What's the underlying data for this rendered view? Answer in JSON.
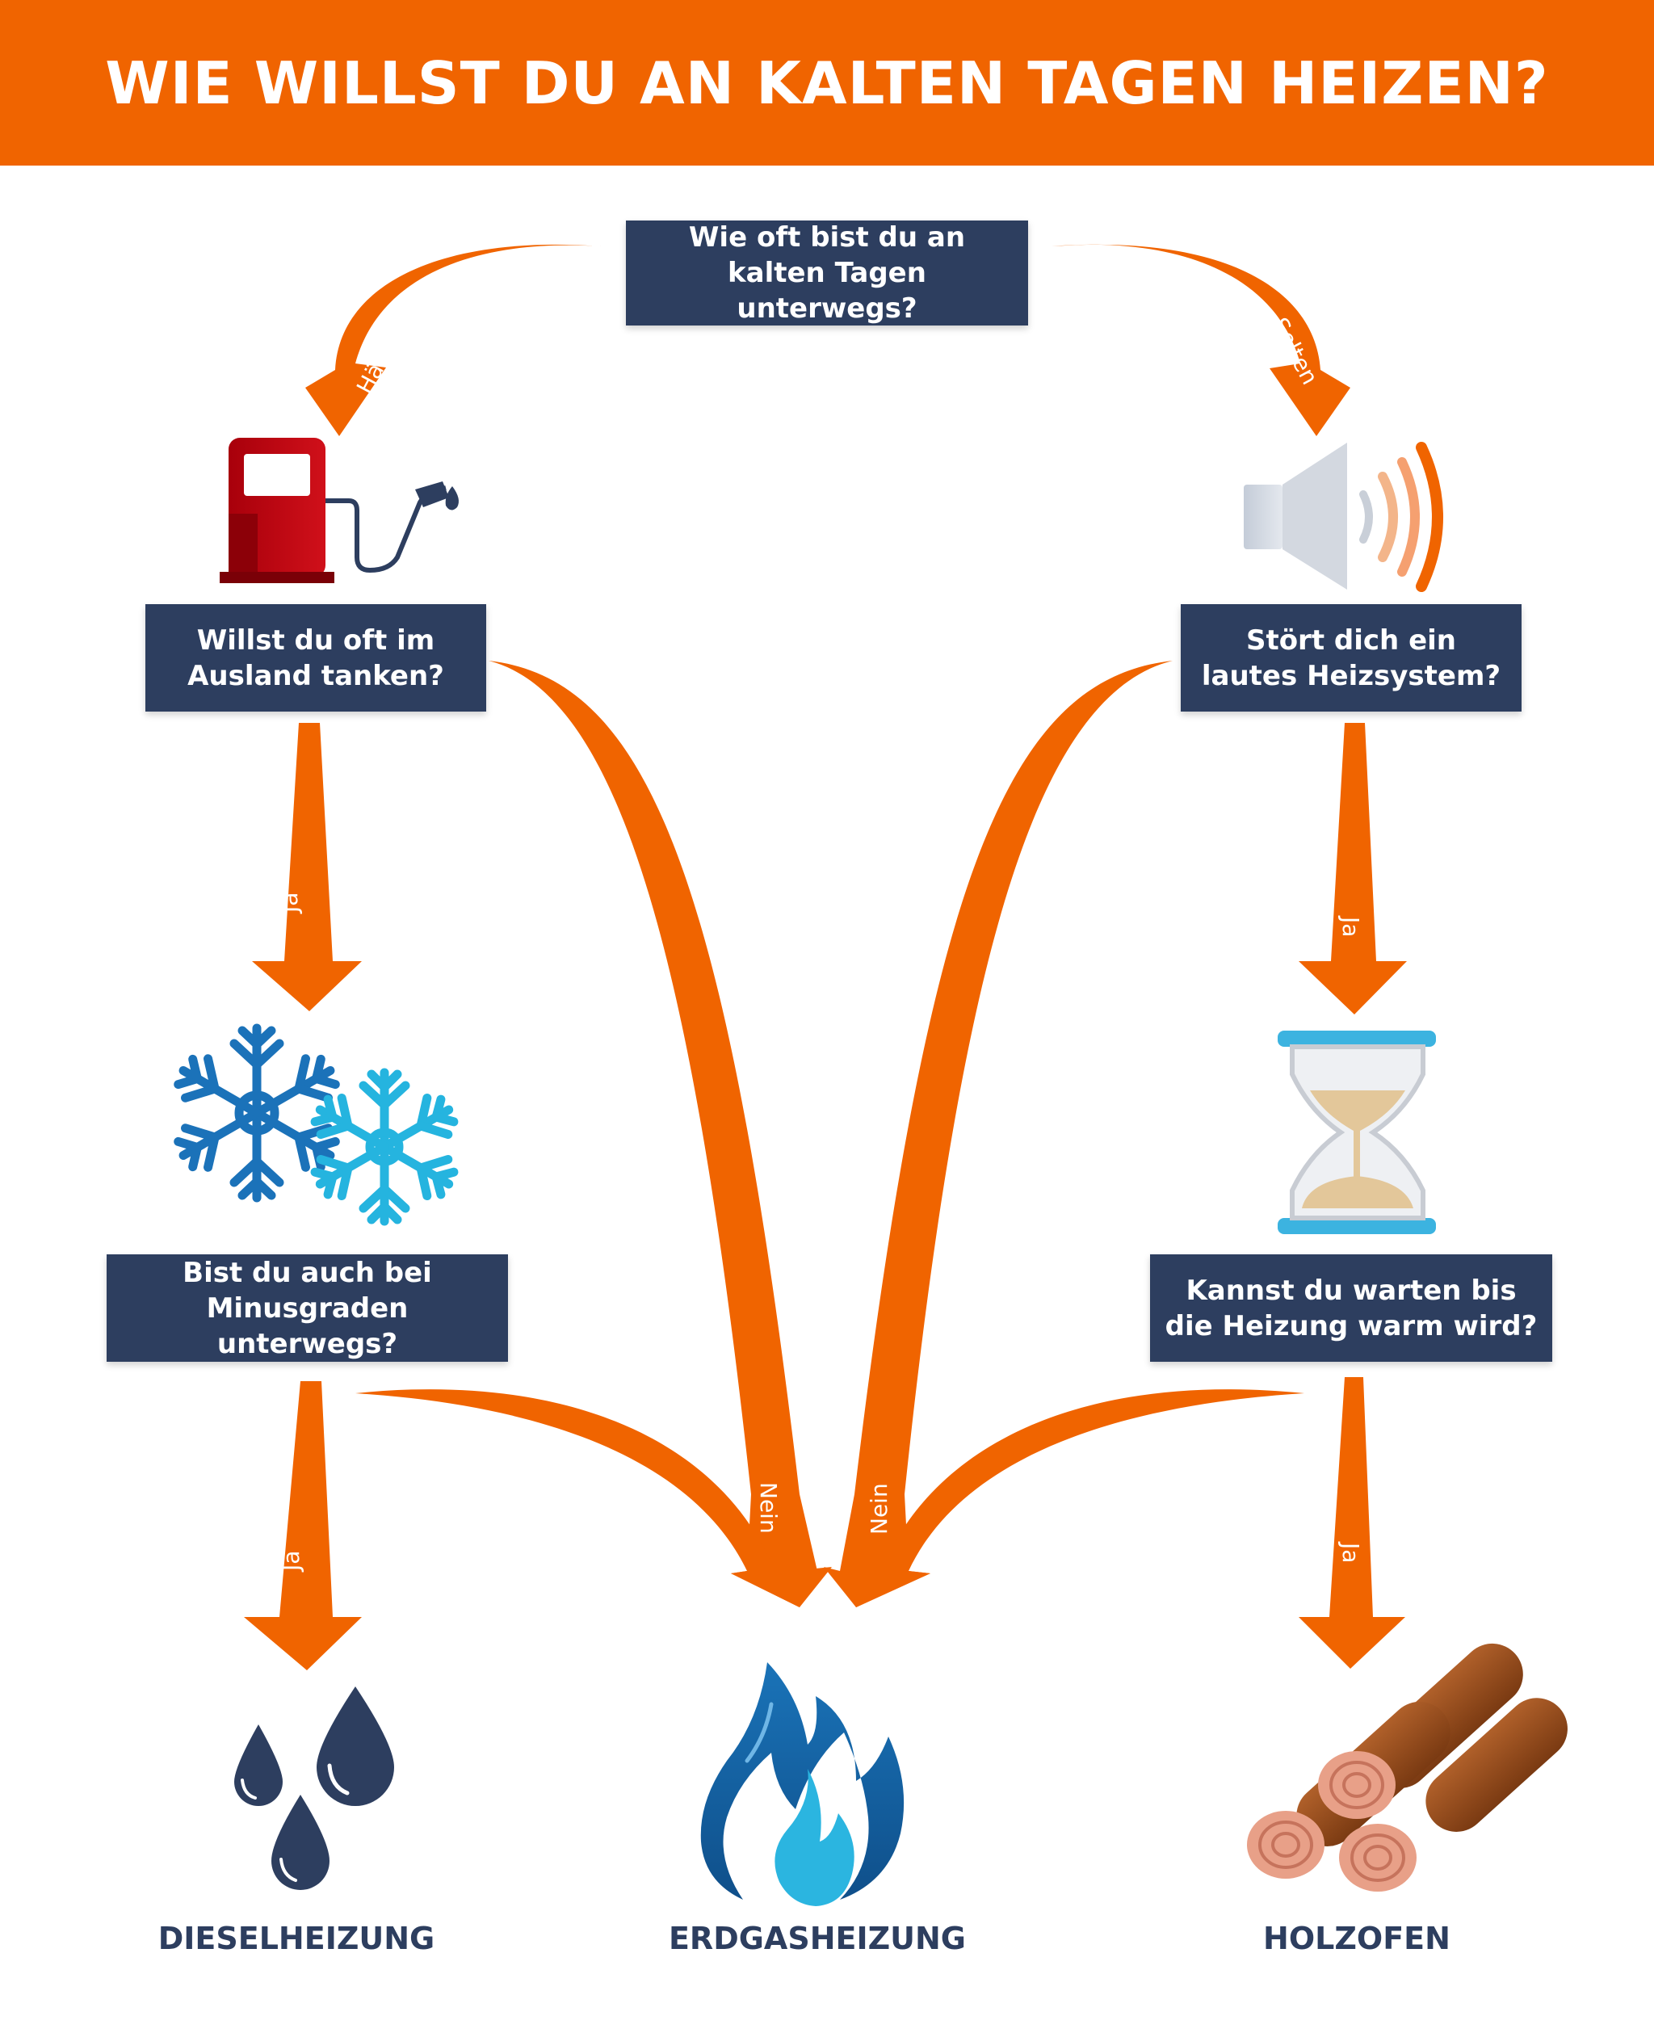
{
  "title": "WIE WILLST DU AN KALTEN TAGEN HEIZEN?",
  "questions": {
    "q1": "Wie oft bist du an\nkalten Tagen unterwegs?",
    "q2": "Willst du oft im\nAusland tanken?",
    "q3": "Stört dich ein\nlautes Heizsystem?",
    "q4": "Bist du auch bei\nMinusgraden unterwegs?",
    "q5": "Kannst du warten bis\ndie Heizung warm wird?"
  },
  "labels": {
    "haeufig": "Häufig",
    "selten": "Selten",
    "ja_1": "Ja",
    "ja_2": "Ja",
    "ja_3": "Ja",
    "ja_4": "Ja",
    "nein_1": "Nein",
    "nein_2": "Nein"
  },
  "results": {
    "diesel": "DIESELHEIZUNG",
    "erdgas": "ERDGASHEIZUNG",
    "holz": "HOLZOFEN"
  },
  "colors": {
    "orange": "#f06400",
    "navy": "#2d3e5f",
    "white": "#ffffff"
  },
  "icons": [
    "fuel-pump-icon",
    "speaker-icon",
    "snowflake-icon",
    "hourglass-icon",
    "oil-drops-icon",
    "gas-flame-icon",
    "firewood-icon"
  ]
}
